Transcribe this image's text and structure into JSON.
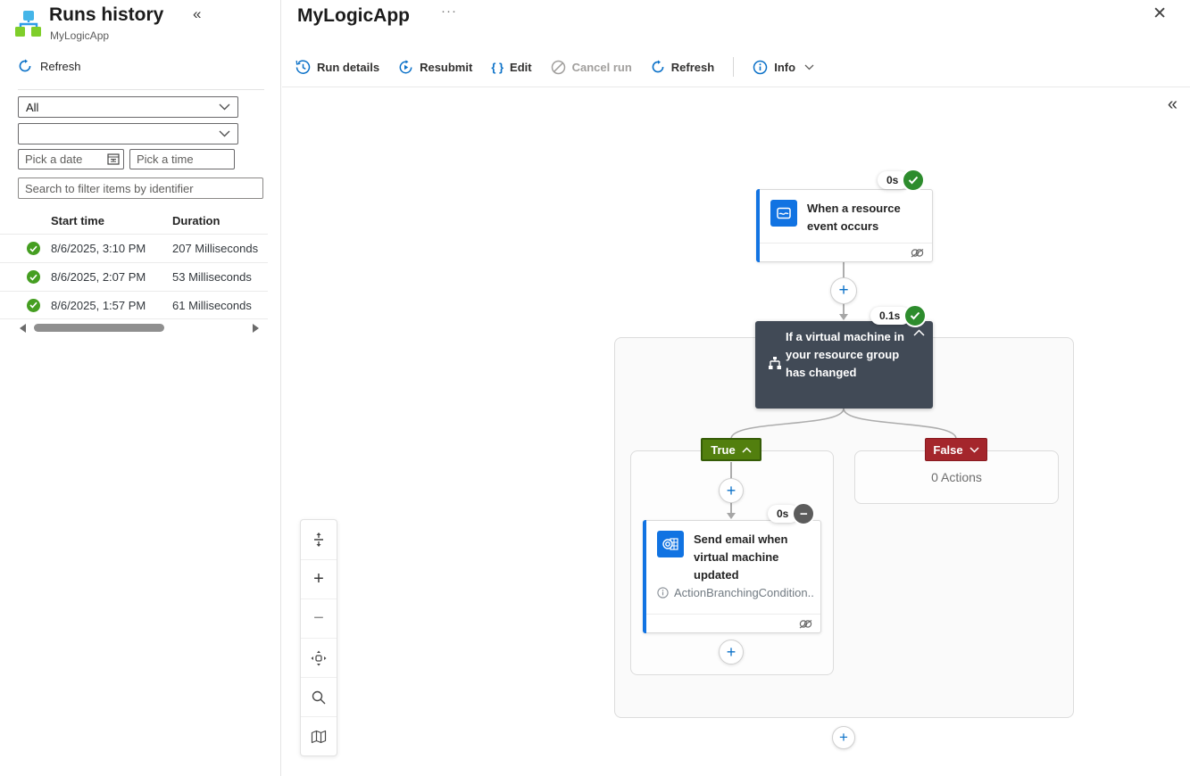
{
  "panel": {
    "title": "Runs history",
    "subtitle": "MyLogicApp",
    "collapse_glyph": "«",
    "refresh_label": "Refresh",
    "filters": {
      "status_selected": "All",
      "date_placeholder": "Pick a date",
      "time_placeholder": "Pick a time",
      "search_placeholder": "Search to filter items by identifier"
    },
    "table": {
      "columns": {
        "start_time": "Start time",
        "duration": "Duration"
      },
      "rows": [
        {
          "status": "success",
          "start_time": "8/6/2025, 3:10 PM",
          "duration": "207 Milliseconds"
        },
        {
          "status": "success",
          "start_time": "8/6/2025, 2:07 PM",
          "duration": "53 Milliseconds"
        },
        {
          "status": "success",
          "start_time": "8/6/2025, 1:57 PM",
          "duration": "61 Milliseconds"
        }
      ]
    }
  },
  "header": {
    "title": "MyLogicApp",
    "more_glyph": "···",
    "close_glyph": "✕",
    "collapse_glyph": "«",
    "toolbar": {
      "run_details": "Run details",
      "resubmit": "Resubmit",
      "edit": "Edit",
      "edit_icon_glyph": "{ }",
      "cancel_run": "Cancel run",
      "refresh": "Refresh",
      "info": "Info"
    }
  },
  "workflow": {
    "trigger": {
      "title": "When a resource event occurs",
      "duration": "0s",
      "status": "success"
    },
    "condition": {
      "title": "If a virtual machine in your resource group has changed",
      "duration": "0.1s",
      "status": "success"
    },
    "true_branch": {
      "label": "True",
      "action": {
        "title": "Send email when virtual machine updated",
        "note": "ActionBranchingCondition...",
        "duration": "0s",
        "status": "skipped",
        "skipped_glyph": "−"
      }
    },
    "false_branch": {
      "label": "False",
      "empty_text": "0 Actions"
    },
    "plus_glyph": "+"
  },
  "zoom_controls": {
    "zoom_in_glyph": "+",
    "zoom_out_glyph": "−"
  },
  "colors": {
    "accent_blue": "#0b71c8",
    "node_accent": "#1173e2",
    "condition_bg": "#414a56",
    "success_green": "#2d8c2d",
    "table_success_green": "#459e21",
    "true_badge_green": "#527f0e",
    "false_badge_red": "#a4262c",
    "skipped_gray": "#5c5c5c"
  }
}
